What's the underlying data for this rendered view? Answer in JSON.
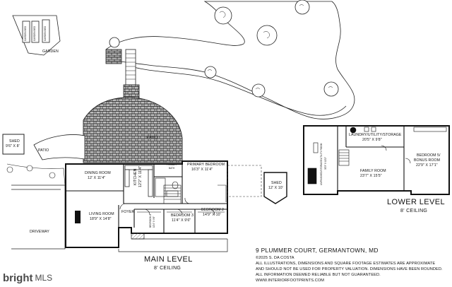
{
  "garden": {
    "bed_1": "GARDEN BED",
    "bed_2": "GARDEN BED",
    "bed_3": "GARDEN BED",
    "label": "GARDEN"
  },
  "outdoor": {
    "patio_upper": "PATIO",
    "patio_side": "PATIO",
    "driveway": "DRIVEWAY"
  },
  "sheds": [
    {
      "label": "SHED",
      "size": "9'6\" X 8'"
    },
    {
      "label": "SHED",
      "size": "12' X 10'"
    }
  ],
  "main_level": {
    "title": "MAIN LEVEL",
    "ceiling": "8' CEILING",
    "rooms": {
      "dining": {
        "name": "DINING ROOM",
        "size": "12' X 11'4\""
      },
      "kitchen": {
        "name": "KITCHEN",
        "size": "12'2\" X 11'4\""
      },
      "primary_bath": {
        "name": "PRIMARY",
        "size": "BATH"
      },
      "primary_bed": {
        "name": "PRIMARY BEDROOM",
        "size": "16'3\" X 11'4\""
      },
      "living": {
        "name": "LIVING ROOM",
        "size": "18'9\" X 14'8\""
      },
      "foyer": {
        "name": "FOYER"
      },
      "bed4": {
        "name": "BEDROOM 4",
        "size": "10'4\" X 9'6\""
      },
      "bed3": {
        "name": "BEDROOM 3",
        "size": "11'4\" X 9'6\""
      },
      "bed2": {
        "name": "BEDROOM 2",
        "size": "14'9\" X 10'"
      }
    }
  },
  "lower_level": {
    "title": "LOWER LEVEL",
    "ceiling": "8' CEILING",
    "rooms": {
      "unfinished": {
        "name": "UNFINISHED/STORAGE/UTILITY ROOM",
        "size": "30'3\" X 10'2\""
      },
      "laundry": {
        "name": "LAUNDRY/UTILITY/STORAGE",
        "size": "20'5\" X 9'8\""
      },
      "family": {
        "name": "FAMILY ROOM",
        "size": "23'7\" X 15'5\""
      },
      "bed5": {
        "name": "BEDROOM 5/",
        "name2": "BONUS ROOM",
        "size": "22'9\" X 17'1\""
      }
    }
  },
  "footer": {
    "address": "9 PLUMMER COURT, GERMANTOWN, MD",
    "copyright": "©2025 S. DA COSTA",
    "line1": "ALL ILLUSTRATIONS, DIMENSIONS AND SQUARE FOOTAGE ESTIMATES ARE APPROXIMATE",
    "line2": "AND SHOULD NOT BE USED FOR PROPERTY VALUATION. DIMENSIONS HAVE BEEN ROUNDED.",
    "line3": "ALL INFORMATION DEEMED RELIABLE BUT NOT GUARANTEED.",
    "line4": "WWW.INTERIORFOOTPRINTS.COM"
  },
  "watermark": {
    "text_left": "bright",
    "text_right": "MLS"
  }
}
